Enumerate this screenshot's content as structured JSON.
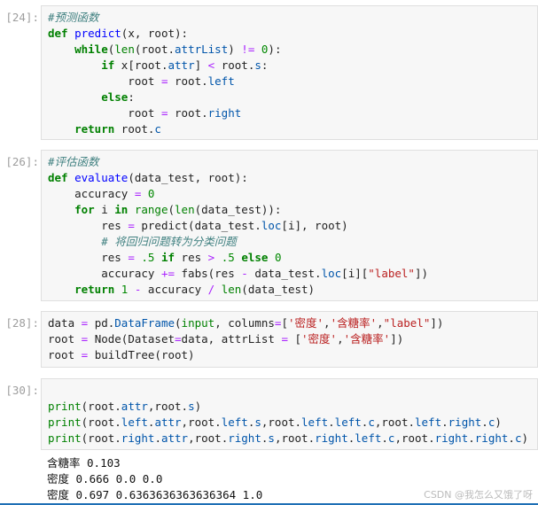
{
  "cells": [
    {
      "prompt": "[24]:",
      "lines": [
        [
          [
            "#预测函数",
            "c"
          ]
        ],
        [
          [
            "def",
            "k"
          ],
          [
            " ",
            "t"
          ],
          [
            "predict",
            "f"
          ],
          [
            "(x, root):",
            "t"
          ]
        ],
        [
          [
            "    ",
            "t"
          ],
          [
            "while",
            "k"
          ],
          [
            "(",
            "t"
          ],
          [
            "len",
            "b"
          ],
          [
            "(root.",
            "t"
          ],
          [
            "attrList",
            "p"
          ],
          [
            ") ",
            "t"
          ],
          [
            "!=",
            "o"
          ],
          [
            " ",
            "t"
          ],
          [
            "0",
            "n"
          ],
          [
            "):",
            "t"
          ]
        ],
        [
          [
            "        ",
            "t"
          ],
          [
            "if",
            "k"
          ],
          [
            " x[root.",
            "t"
          ],
          [
            "attr",
            "p"
          ],
          [
            "] ",
            "t"
          ],
          [
            "<",
            "o"
          ],
          [
            " root.",
            "t"
          ],
          [
            "s",
            "p"
          ],
          [
            ":",
            "t"
          ]
        ],
        [
          [
            "            root ",
            "t"
          ],
          [
            "=",
            "o"
          ],
          [
            " root.",
            "t"
          ],
          [
            "left",
            "p"
          ]
        ],
        [
          [
            "        ",
            "t"
          ],
          [
            "else",
            "k"
          ],
          [
            ":",
            "t"
          ]
        ],
        [
          [
            "            root ",
            "t"
          ],
          [
            "=",
            "o"
          ],
          [
            " root.",
            "t"
          ],
          [
            "right",
            "p"
          ]
        ],
        [
          [
            "    ",
            "t"
          ],
          [
            "return",
            "k"
          ],
          [
            " root.",
            "t"
          ],
          [
            "c",
            "p"
          ]
        ]
      ]
    },
    {
      "prompt": "[26]:",
      "lines": [
        [
          [
            "#评估函数",
            "c"
          ]
        ],
        [
          [
            "def",
            "k"
          ],
          [
            " ",
            "t"
          ],
          [
            "evaluate",
            "f"
          ],
          [
            "(data_test, root):",
            "t"
          ]
        ],
        [
          [
            "    accuracy ",
            "t"
          ],
          [
            "=",
            "o"
          ],
          [
            " ",
            "t"
          ],
          [
            "0",
            "n"
          ]
        ],
        [
          [
            "    ",
            "t"
          ],
          [
            "for",
            "k"
          ],
          [
            " i ",
            "t"
          ],
          [
            "in",
            "k"
          ],
          [
            " ",
            "t"
          ],
          [
            "range",
            "b"
          ],
          [
            "(",
            "t"
          ],
          [
            "len",
            "b"
          ],
          [
            "(data_test)):",
            "t"
          ]
        ],
        [
          [
            "        res ",
            "t"
          ],
          [
            "=",
            "o"
          ],
          [
            " predict(data_test.",
            "t"
          ],
          [
            "loc",
            "p"
          ],
          [
            "[i], root)",
            "t"
          ]
        ],
        [
          [
            "        ",
            "t"
          ],
          [
            "# 将回归问题转为分类问题",
            "c"
          ]
        ],
        [
          [
            "        res ",
            "t"
          ],
          [
            "=",
            "o"
          ],
          [
            " ",
            "t"
          ],
          [
            ".5",
            "n"
          ],
          [
            " ",
            "t"
          ],
          [
            "if",
            "k"
          ],
          [
            " res ",
            "t"
          ],
          [
            ">",
            "o"
          ],
          [
            " ",
            "t"
          ],
          [
            ".5",
            "n"
          ],
          [
            " ",
            "t"
          ],
          [
            "else",
            "k"
          ],
          [
            " ",
            "t"
          ],
          [
            "0",
            "n"
          ]
        ],
        [
          [
            "        accuracy ",
            "t"
          ],
          [
            "+=",
            "o"
          ],
          [
            " fabs(res ",
            "t"
          ],
          [
            "-",
            "o"
          ],
          [
            " data_test.",
            "t"
          ],
          [
            "loc",
            "p"
          ],
          [
            "[i][",
            "t"
          ],
          [
            "\"label\"",
            "s"
          ],
          [
            "])",
            "t"
          ]
        ],
        [
          [
            "    ",
            "t"
          ],
          [
            "return",
            "k"
          ],
          [
            " ",
            "t"
          ],
          [
            "1",
            "n"
          ],
          [
            " ",
            "t"
          ],
          [
            "-",
            "o"
          ],
          [
            " accuracy ",
            "t"
          ],
          [
            "/",
            "o"
          ],
          [
            " ",
            "t"
          ],
          [
            "len",
            "b"
          ],
          [
            "(data_test)",
            "t"
          ]
        ]
      ]
    },
    {
      "prompt": "[28]:",
      "lines": [
        [
          [
            "data ",
            "t"
          ],
          [
            "=",
            "o"
          ],
          [
            " pd.",
            "t"
          ],
          [
            "DataFrame",
            "p"
          ],
          [
            "(",
            "t"
          ],
          [
            "input",
            "b"
          ],
          [
            ", columns",
            "t"
          ],
          [
            "=",
            "o"
          ],
          [
            "[",
            "t"
          ],
          [
            "'密度'",
            "s"
          ],
          [
            ",",
            "t"
          ],
          [
            "'含糖率'",
            "s"
          ],
          [
            ",",
            "t"
          ],
          [
            "\"label\"",
            "s"
          ],
          [
            "])",
            "t"
          ]
        ],
        [
          [
            "root ",
            "t"
          ],
          [
            "=",
            "o"
          ],
          [
            " Node(Dataset",
            "t"
          ],
          [
            "=",
            "o"
          ],
          [
            "data, attrList ",
            "t"
          ],
          [
            "=",
            "o"
          ],
          [
            " [",
            "t"
          ],
          [
            "'密度'",
            "s"
          ],
          [
            ",",
            "t"
          ],
          [
            "'含糖率'",
            "s"
          ],
          [
            "])",
            "t"
          ]
        ],
        [
          [
            "root ",
            "t"
          ],
          [
            "=",
            "o"
          ],
          [
            " buildTree(root)",
            "t"
          ]
        ]
      ]
    },
    {
      "prompt": "[30]:",
      "lines": [
        [
          [
            "",
            "t"
          ]
        ],
        [
          [
            "print",
            "b"
          ],
          [
            "(root.",
            "t"
          ],
          [
            "attr",
            "p"
          ],
          [
            ",root.",
            "t"
          ],
          [
            "s",
            "p"
          ],
          [
            ")",
            "t"
          ]
        ],
        [
          [
            "print",
            "b"
          ],
          [
            "(root.",
            "t"
          ],
          [
            "left",
            "p"
          ],
          [
            ".",
            "t"
          ],
          [
            "attr",
            "p"
          ],
          [
            ",root.",
            "t"
          ],
          [
            "left",
            "p"
          ],
          [
            ".",
            "t"
          ],
          [
            "s",
            "p"
          ],
          [
            ",root.",
            "t"
          ],
          [
            "left",
            "p"
          ],
          [
            ".",
            "t"
          ],
          [
            "left",
            "p"
          ],
          [
            ".",
            "t"
          ],
          [
            "c",
            "p"
          ],
          [
            ",root.",
            "t"
          ],
          [
            "left",
            "p"
          ],
          [
            ".",
            "t"
          ],
          [
            "right",
            "p"
          ],
          [
            ".",
            "t"
          ],
          [
            "c",
            "p"
          ],
          [
            ")",
            "t"
          ]
        ],
        [
          [
            "print",
            "b"
          ],
          [
            "(root.",
            "t"
          ],
          [
            "right",
            "p"
          ],
          [
            ".",
            "t"
          ],
          [
            "attr",
            "p"
          ],
          [
            ",root.",
            "t"
          ],
          [
            "right",
            "p"
          ],
          [
            ".",
            "t"
          ],
          [
            "s",
            "p"
          ],
          [
            ",root.",
            "t"
          ],
          [
            "right",
            "p"
          ],
          [
            ".",
            "t"
          ],
          [
            "left",
            "p"
          ],
          [
            ".",
            "t"
          ],
          [
            "c",
            "p"
          ],
          [
            ",root.",
            "t"
          ],
          [
            "right",
            "p"
          ],
          [
            ".",
            "t"
          ],
          [
            "right",
            "p"
          ],
          [
            ".",
            "t"
          ],
          [
            "c",
            "p"
          ],
          [
            ")",
            "t"
          ]
        ]
      ]
    }
  ],
  "output": [
    "含糖率 0.103",
    "密度 0.666 0.0 0.0",
    "密度 0.697 0.6363636363636364 1.0"
  ],
  "watermark": "CSDN @我怎么又饿了呀"
}
